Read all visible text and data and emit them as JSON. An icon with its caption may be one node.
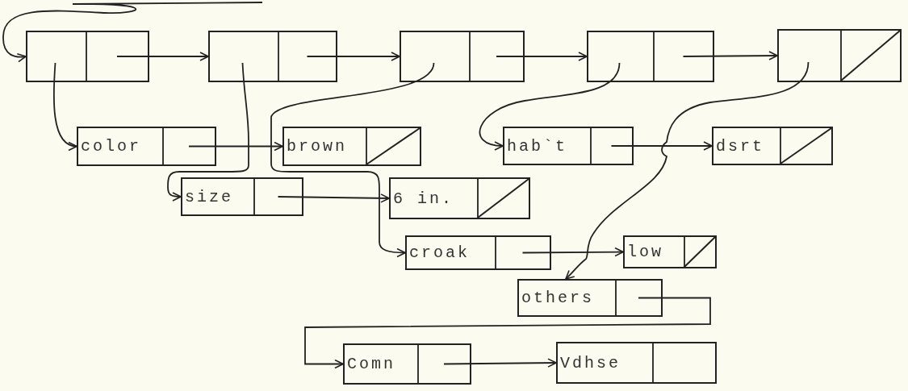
{
  "diagram": {
    "nodes": [
      {
        "text": [],
        "shape": "box"
      },
      {
        "text": [],
        "shape": "box"
      },
      {
        "text": [],
        "shape": "box"
      },
      {
        "text": [],
        "shape": "box"
      },
      {
        "text": [],
        "shape": "box"
      },
      {
        "text": [
          "color"
        ]
      },
      {
        "text": [
          "brown"
        ]
      },
      {
        "text": [
          "hab`t"
        ]
      },
      {
        "text": [
          "dsrt"
        ]
      },
      {
        "text": [
          "size"
        ]
      },
      {
        "text": [
          "6 in."
        ]
      },
      {
        "text": [
          "croak"
        ]
      },
      {
        "text": [
          "low"
        ]
      },
      {
        "text": [
          "others"
        ]
      },
      {
        "text": [
          "Comn"
        ]
      },
      {
        "text": [
          "Vdhse"
        ]
      }
    ],
    "edges": [
      {
        "from": null,
        "to": 0,
        "arrow": "to"
      },
      {
        "from": 0,
        "to": 1,
        "arrow": "to"
      },
      {
        "from": 1,
        "to": 2,
        "arrow": "to"
      },
      {
        "from": 2,
        "to": 3,
        "arrow": "to"
      },
      {
        "from": 3,
        "to": 4,
        "arrow": "to"
      },
      {
        "from": 0,
        "to": 5,
        "arrow": "to"
      },
      {
        "from": 1,
        "to": 9,
        "arrow": "to"
      },
      {
        "from": 2,
        "to": 11,
        "arrow": "to"
      },
      {
        "from": 3,
        "to": 7,
        "arrow": "to"
      },
      {
        "from": 4,
        "to": 13,
        "arrow": "to"
      },
      {
        "from": 5,
        "to": 6,
        "arrow": "to"
      },
      {
        "from": 7,
        "to": 8,
        "arrow": "to"
      },
      {
        "from": 9,
        "to": 10,
        "arrow": "to"
      },
      {
        "from": 11,
        "to": 12,
        "arrow": "to"
      },
      {
        "from": 13,
        "to": 14,
        "arrow": "to"
      },
      {
        "from": 14,
        "to": 15,
        "arrow": "to"
      }
    ]
  }
}
